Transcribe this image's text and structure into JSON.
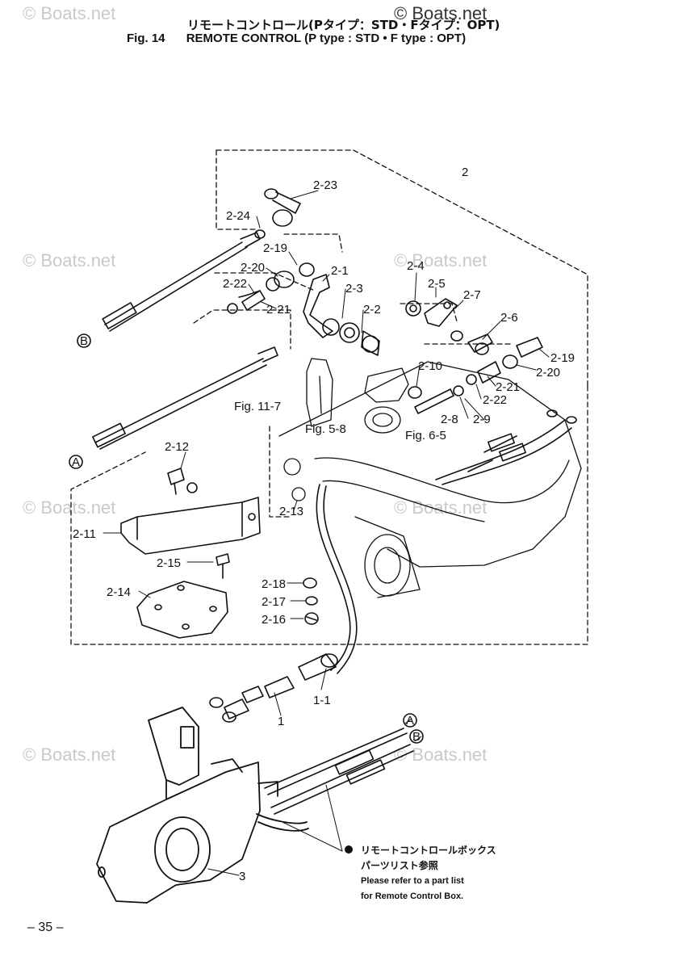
{
  "watermarks": {
    "top": "© Boats.net",
    "light": "© Boats.net"
  },
  "title": {
    "japanese": "リモートコントロール(Pタイプ：STD・Fタイプ：OPT)",
    "fig_number": "Fig. 14",
    "english": "REMOTE CONTROL (P type : STD • F type : OPT)"
  },
  "part_labels": {
    "p2": "2",
    "p2_23": "2-23",
    "p2_24": "2-24",
    "p2_19a": "2-19",
    "p2_20a": "2-20",
    "p2_22a": "2-22",
    "p2_21a": "2-21",
    "p2_1": "2-1",
    "p2_3": "2-3",
    "p2_2": "2-2",
    "p2_4": "2-4",
    "p2_5": "2-5",
    "p2_7": "2-7",
    "p2_6": "2-6",
    "p2_19b": "2-19",
    "p2_20b": "2-20",
    "p2_21b": "2-21",
    "p2_22b": "2-22",
    "p2_10": "2-10",
    "p2_8": "2-8",
    "p2_9": "2-9",
    "p2_12": "2-12",
    "p2_13": "2-13",
    "p2_11": "2-11",
    "p2_15": "2-15",
    "p2_14": "2-14",
    "p2_18": "2-18",
    "p2_17": "2-17",
    "p2_16": "2-16",
    "p1_1": "1-1",
    "p1": "1",
    "p3": "3",
    "fig11_7": "Fig. 11-7",
    "fig5_8": "Fig. 5-8",
    "fig6_5": "Fig. 6-5",
    "markerA": "A",
    "markerB": "B"
  },
  "note": {
    "japanese": "リモートコントロールボックス\nパーツリスト参照",
    "line1": "Please refer to a part list",
    "line2": "for Remote Control Box."
  },
  "page_number": "– 35 –"
}
